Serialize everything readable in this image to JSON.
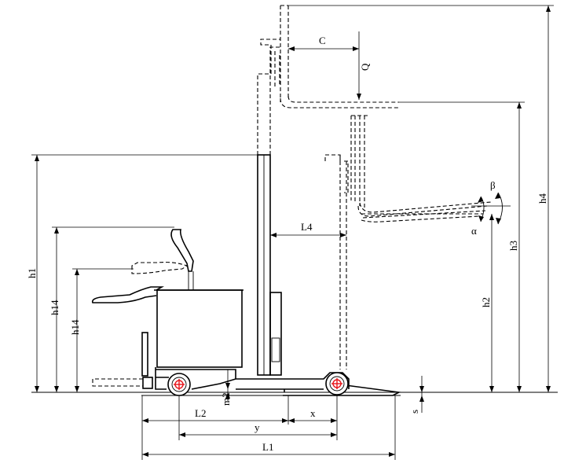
{
  "diagram": {
    "labels": {
      "C": "C",
      "Q": "Q",
      "L4": "L4",
      "beta": "β",
      "alpha": "α",
      "h1": "h1",
      "h14_outer": "h14",
      "h14_inner": "h14",
      "h3": "h3",
      "h2": "h2",
      "h4": "h4",
      "m2": "m2",
      "s": "s",
      "L2": "L2",
      "x": "x",
      "y": "y",
      "L1": "L1"
    },
    "colors": {
      "line": "#000000",
      "wheel_center_mark": "#e8141a",
      "background": "#ffffff"
    }
  }
}
